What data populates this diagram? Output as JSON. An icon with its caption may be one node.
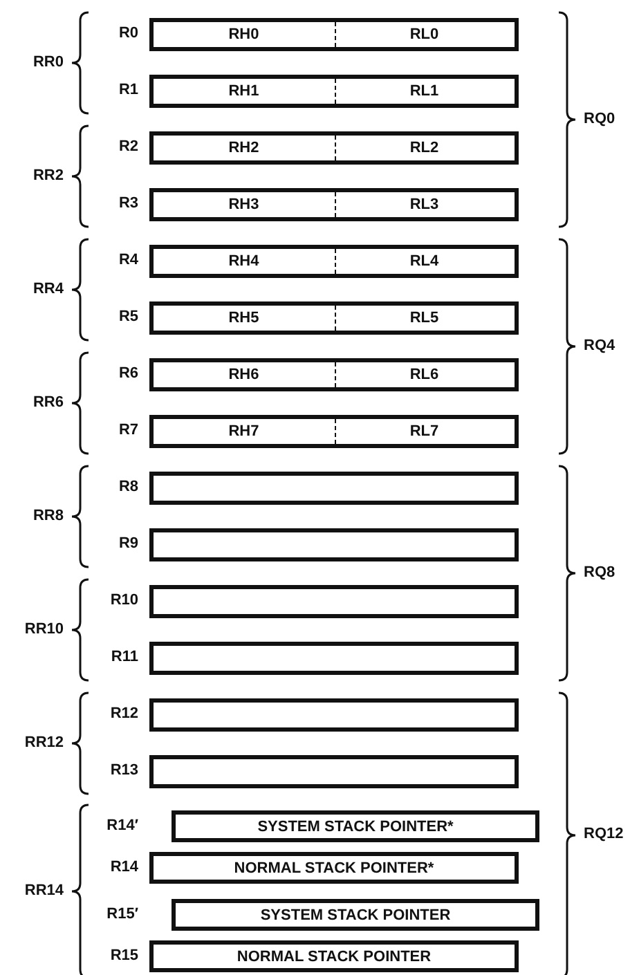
{
  "diagram": {
    "nodes": [
      {
        "text": [
          "RH0",
          "RL0"
        ],
        "beside": [
          "R0"
        ]
      },
      {
        "text": [
          "RH1",
          "RL1"
        ],
        "beside": [
          "R1"
        ]
      },
      {
        "text": [
          "RH2",
          "RL2"
        ],
        "beside": [
          "R2"
        ]
      },
      {
        "text": [
          "RH3",
          "RL3"
        ],
        "beside": [
          "R3"
        ]
      },
      {
        "text": [
          "RH4",
          "RL4"
        ],
        "beside": [
          "R4"
        ]
      },
      {
        "text": [
          "RH5",
          "RL5"
        ],
        "beside": [
          "R5"
        ]
      },
      {
        "text": [
          "RH6",
          "RL6"
        ],
        "beside": [
          "R6"
        ]
      },
      {
        "text": [
          "RH7",
          "RL7"
        ],
        "beside": [
          "R7"
        ]
      },
      {
        "text": [],
        "shape": "box",
        "beside": [
          "R8"
        ]
      },
      {
        "text": [],
        "shape": "box",
        "beside": [
          "R9"
        ]
      },
      {
        "text": [],
        "shape": "box",
        "beside": [
          "R10"
        ]
      },
      {
        "text": [],
        "shape": "box",
        "beside": [
          "R11"
        ]
      },
      {
        "text": [],
        "shape": "box",
        "beside": [
          "R12"
        ]
      },
      {
        "text": [],
        "shape": "box",
        "beside": [
          "R13"
        ]
      },
      {
        "text": [
          "SYSTEM STACK POINTER*"
        ],
        "beside": [
          "R14′"
        ]
      },
      {
        "text": [
          "NORMAL STACK POINTER*"
        ],
        "beside": [
          "R14"
        ]
      },
      {
        "text": [
          "SYSTEM STACK POINTER"
        ],
        "beside": [
          "R15′"
        ]
      },
      {
        "text": [
          "NORMAL STACK POINTER"
        ],
        "beside": [
          "R15"
        ]
      }
    ],
    "edges": [],
    "labels": [
      "RR0",
      "RQ0",
      "RR2",
      "RR4",
      "RQ4",
      "RR6",
      "RR8",
      "RQ8",
      "RR10",
      "RR12",
      "RQ12",
      "RR14"
    ]
  }
}
